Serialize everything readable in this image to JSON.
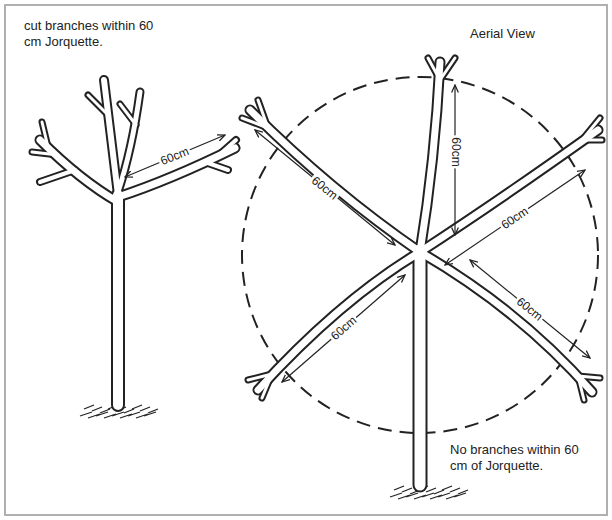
{
  "diagram": {
    "labels": [
      "cut branches within 60 cm Jorquette.",
      "60cm",
      "Aerial View",
      "60cm",
      "60cm",
      "60cm",
      "60cm",
      "60cm",
      "No branches within 60 cm of Jorquette."
    ]
  }
}
